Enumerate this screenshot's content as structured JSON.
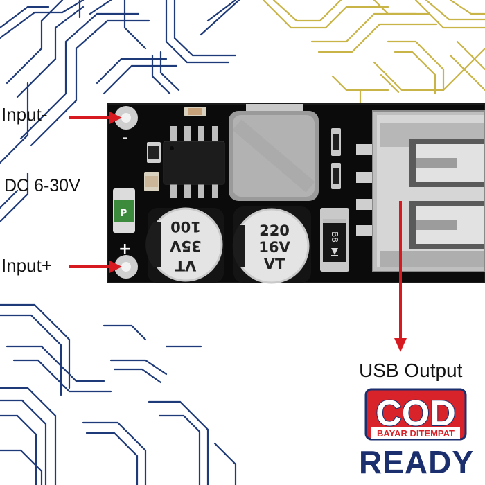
{
  "labels": {
    "input_minus": "Input-",
    "dc_range": "DC  6-30V",
    "input_plus": "Input+",
    "usb_output": "USB Output"
  },
  "board": {
    "pad_minus_sign": "-",
    "pad_plus_sign": "+",
    "fuse_mark": "P",
    "cap1_lines": [
      "VT",
      "35V",
      "100"
    ],
    "cap2_lines": [
      "220",
      "16V",
      "VT"
    ],
    "diode_mark": "B8"
  },
  "badge": {
    "cod": "COD",
    "subtitle": "BAYAR DITEMPAT",
    "ready": "READY"
  },
  "colors": {
    "arrow": "#d71920",
    "board": "#0b0b0b",
    "trace_blue": "#1e3a78",
    "trace_gold": "#c9b448",
    "badge_red": "#d8232a",
    "badge_navy": "#1b2f6e"
  }
}
